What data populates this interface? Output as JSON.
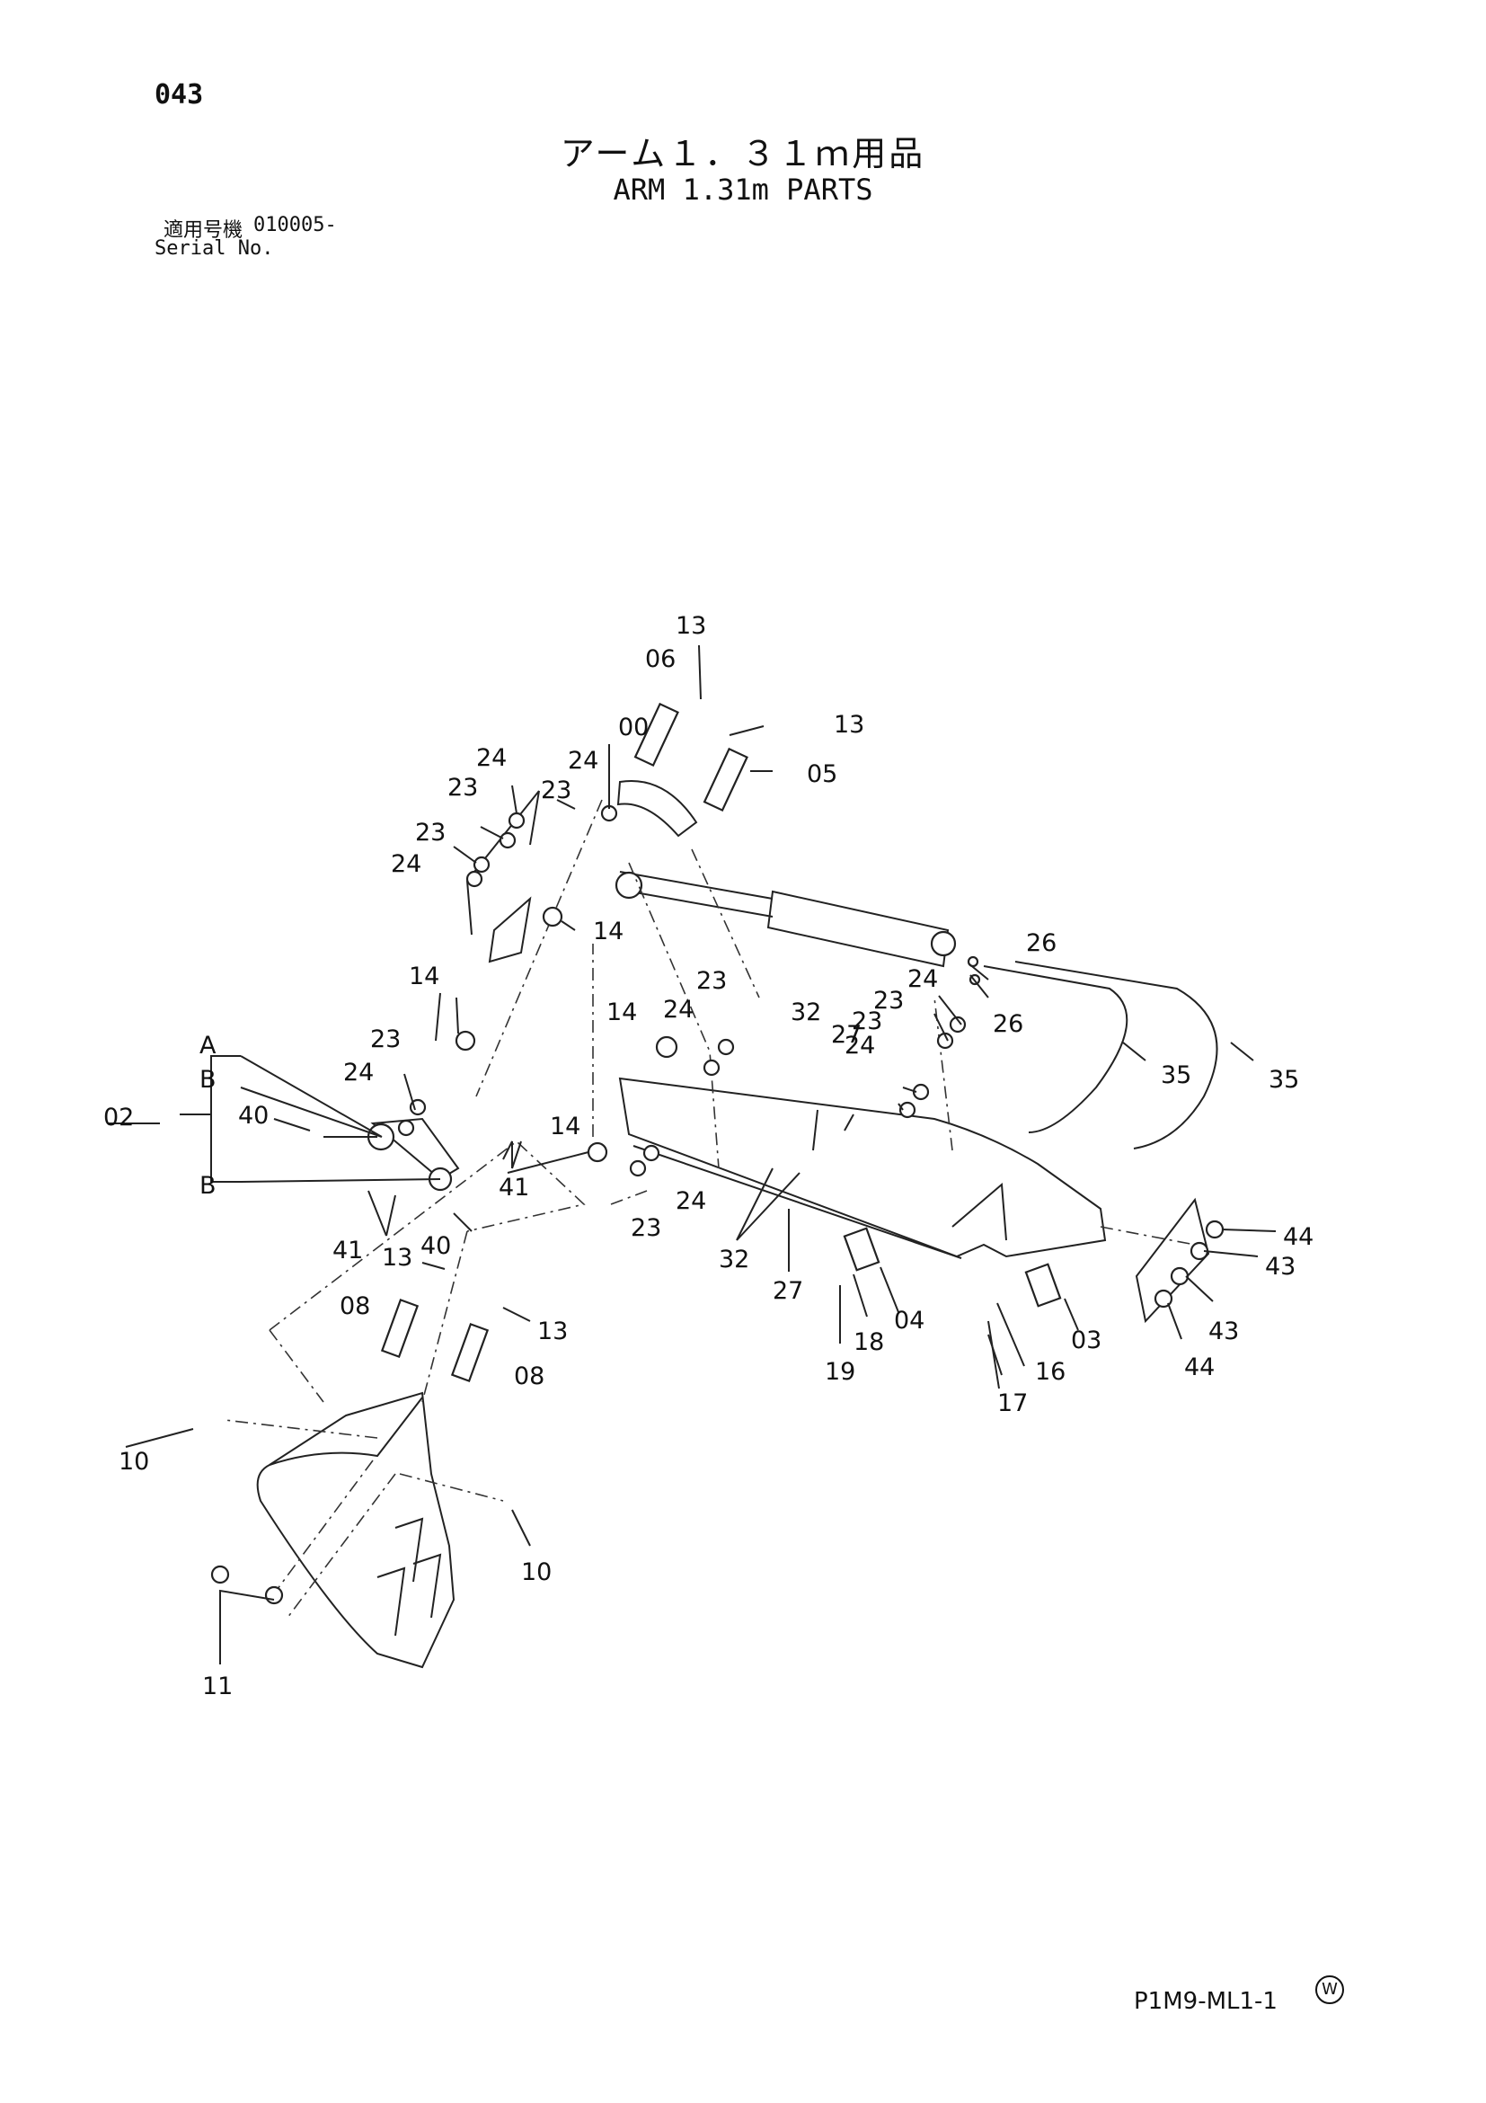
{
  "header": {
    "page_number": "043",
    "title_jp": "アーム１．３１ｍ用品",
    "title_en": "ARM 1.31m PARTS",
    "serial_label_jp": "適用号機",
    "serial_value": "010005-",
    "serial_label_en": "Serial No."
  },
  "footer": {
    "watermark_symbol": "W",
    "drawing_code": "P1M9-ML1-1"
  },
  "callouts": {
    "c00": "00",
    "c02": "02",
    "c03": "03",
    "c04": "04",
    "c05": "05",
    "c06": "06",
    "c08": "08",
    "c10": "10",
    "c11": "11",
    "c13": "13",
    "c14": "14",
    "c16": "16",
    "c17": "17",
    "c18": "18",
    "c19": "19",
    "c23": "23",
    "c24": "24",
    "c26": "26",
    "c27": "27",
    "c32": "32",
    "c35": "35",
    "c40": "40",
    "c41": "41",
    "c43": "43",
    "c44": "44",
    "cA": "A",
    "cB": "B"
  },
  "colors": {
    "ink": "#111111",
    "paper": "#ffffff"
  }
}
